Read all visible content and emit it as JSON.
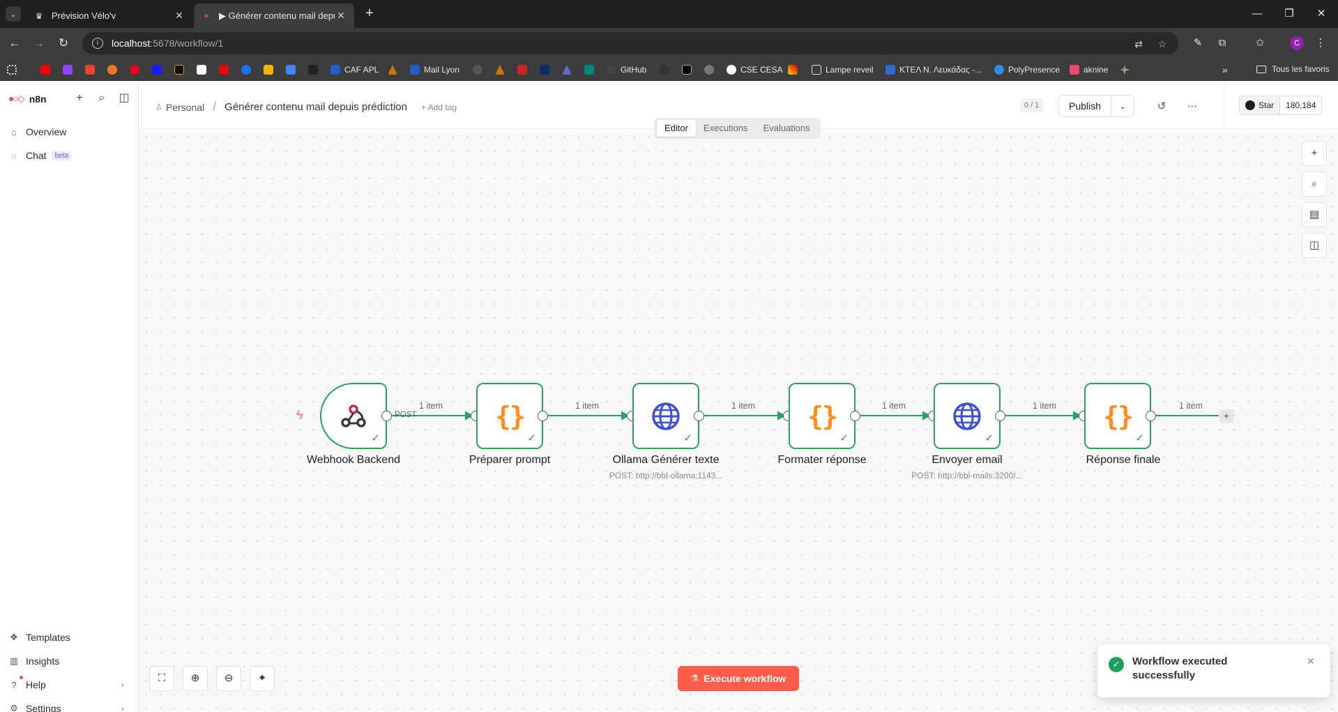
{
  "browser": {
    "tabs": [
      {
        "title": "Prévision Vélo'v"
      },
      {
        "title": "▶ Générer contenu mail depuis prédiction"
      }
    ],
    "url_host": "localhost",
    "url_path": ":5678/workflow/1",
    "profile_initial": "C",
    "bookmarks": [
      {
        "label": "CAF APL",
        "color": "#1e60c9"
      },
      {
        "label": "Mail Lyon",
        "color": "#1e60c9"
      },
      {
        "label": "GitHub",
        "color": "#444444"
      },
      {
        "label": "CSE CESA",
        "color": "#ffffff"
      },
      {
        "label": "Lampe reveil",
        "color": "#e8e8e8"
      },
      {
        "label": "ΚΤΕΛ Ν. Λευκάδας -...",
        "color": "#2a6fd0"
      },
      {
        "label": "PolyPresence",
        "color": "#2a8fe0"
      },
      {
        "label": "aknine",
        "color": "#ea4b71"
      }
    ],
    "all_bookmarks_label": "Tous les favoris"
  },
  "sidebar": {
    "brand": "n8n",
    "items": [
      {
        "label": "Overview",
        "icon": "home-icon"
      },
      {
        "label": "Chat",
        "icon": "chat-icon",
        "badge": "beta"
      }
    ],
    "bottom_items": [
      {
        "label": "Templates",
        "icon": "templates-icon"
      },
      {
        "label": "Insights",
        "icon": "insights-icon"
      },
      {
        "label": "Help",
        "icon": "help-icon"
      },
      {
        "label": "Settings",
        "icon": "settings-icon"
      }
    ]
  },
  "header": {
    "project": "Personal",
    "workflow_title": "Générer contenu mail depuis prédiction",
    "add_tag": "+ Add tag",
    "pager": "0 / 1",
    "publish_label": "Publish",
    "star_label": "Star",
    "star_count": "180,184"
  },
  "view_tabs": [
    "Editor",
    "Executions",
    "Evaluations"
  ],
  "active_view": "Editor",
  "workflow": {
    "nodes": [
      {
        "name": "Webhook Backend",
        "icon": "webhook-icon",
        "subtitle": ""
      },
      {
        "name": "Préparer prompt",
        "icon": "code-braces-icon",
        "subtitle": ""
      },
      {
        "name": "Ollama Générer texte",
        "icon": "globe-icon",
        "subtitle": "POST: http://bbl-ollama:1143..."
      },
      {
        "name": "Formater réponse",
        "icon": "code-braces-icon",
        "subtitle": ""
      },
      {
        "name": "Envoyer email",
        "icon": "globe-icon",
        "subtitle": "POST: http://bbl-mails:3200/..."
      },
      {
        "name": "Réponse finale",
        "icon": "code-braces-icon",
        "subtitle": ""
      }
    ],
    "edge_label": "1 item",
    "trigger_method": "POST",
    "status_color": "#29a35a"
  },
  "execute_label": "Execute workflow",
  "toast": {
    "message": "Workflow executed successfully"
  }
}
